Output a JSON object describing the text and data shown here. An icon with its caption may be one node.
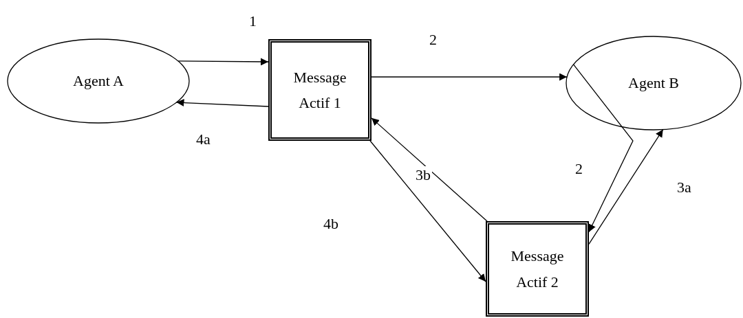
{
  "diagram": {
    "nodes": [
      {
        "text": [
          "Agent A"
        ]
      },
      {
        "text": [
          "Message Actif 1"
        ]
      },
      {
        "text": [
          "Agent B"
        ]
      },
      {
        "text": [
          "Message Actif 2"
        ]
      }
    ],
    "edges": [
      {
        "from": 0,
        "to": 1,
        "arrow": "to",
        "label": "1"
      },
      {
        "from": 1,
        "to": 0,
        "arrow": "to",
        "label": "4a"
      },
      {
        "from": 1,
        "to": 2,
        "arrow": "to",
        "label": "2"
      },
      {
        "from": 2,
        "to": 3,
        "arrow": "to",
        "label": "2"
      },
      {
        "from": 3,
        "to": 2,
        "arrow": "to",
        "label": "3a"
      },
      {
        "from": 3,
        "to": 1,
        "arrow": "to",
        "label": "3b"
      },
      {
        "from": 1,
        "to": 3,
        "arrow": "to",
        "label": "4b"
      }
    ]
  }
}
